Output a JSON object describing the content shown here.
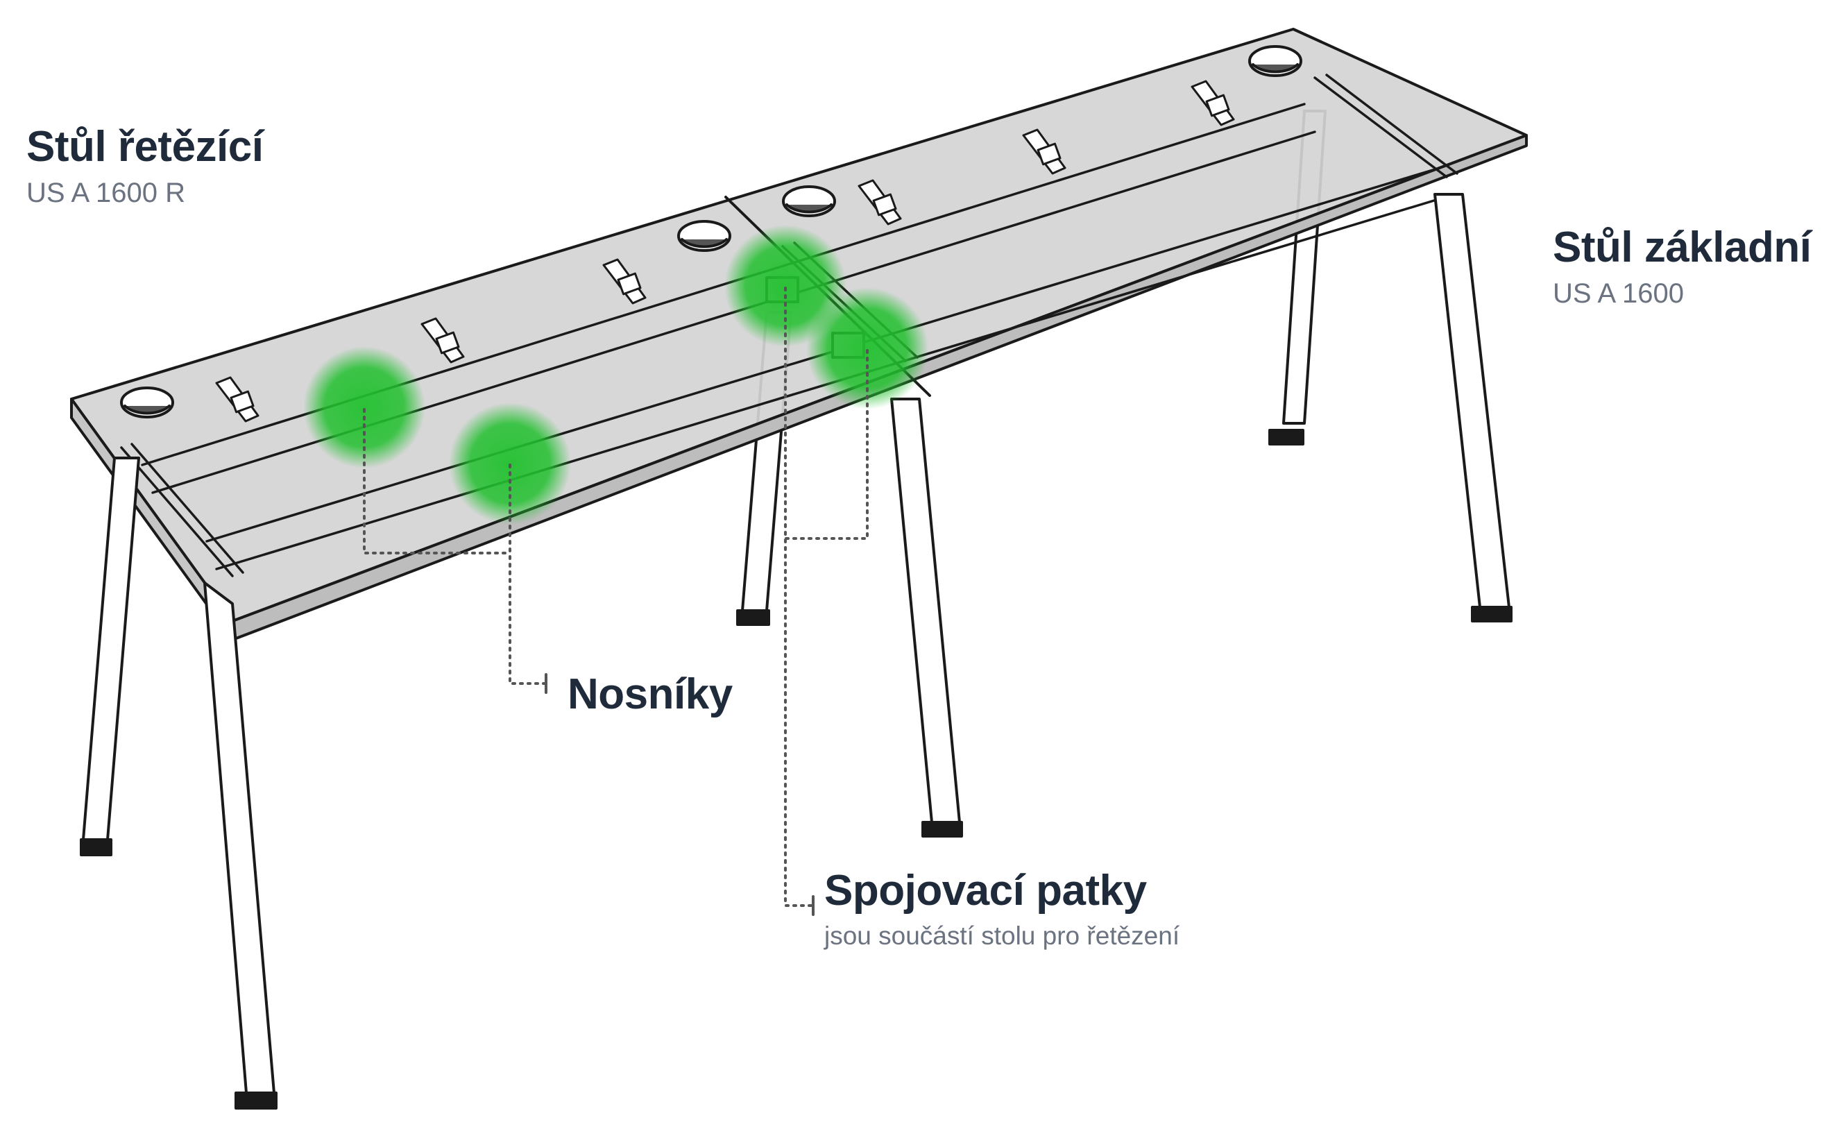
{
  "tables": {
    "chained": {
      "name": "Stůl řetězící",
      "model": "US A 1600 R"
    },
    "base": {
      "name": "Stůl základní",
      "model": "US A 1600"
    }
  },
  "callouts": {
    "beams": {
      "label": "Nosníky"
    },
    "connecting_feet": {
      "label": "Spojovací patky",
      "note": "jsou součástí stolu pro řetězení"
    }
  },
  "colors": {
    "text_dark": "#1f2a3a",
    "text_muted": "#6b7280",
    "tabletop": "#d4d4d4",
    "highlight": "#22c02f",
    "outline": "#1a1a1a"
  }
}
